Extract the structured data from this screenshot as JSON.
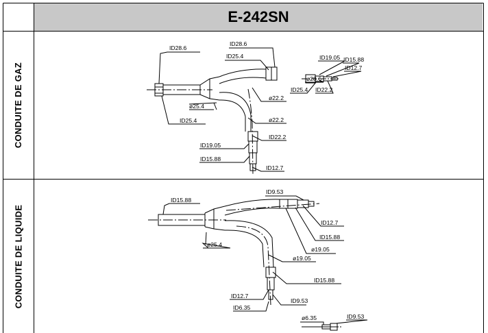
{
  "model": "E-242SN",
  "sections": {
    "gas": {
      "label": "CONDUITE DE GAZ",
      "labels": {
        "id28_6_left": "ID28.6",
        "id28_6_top": "ID28.6",
        "id25_4_top": "ID25.4",
        "d25_4": "ø25.4",
        "id25_4_bottom": "ID25.4",
        "d22_2_a": "ø22.2",
        "d22_2_b": "ø22.2",
        "id22_2": "ID22.2",
        "id19_05": "ID19.05",
        "id15_88": "ID15.88",
        "id12_7": "ID12.7",
        "r_id19_05": "ID19.05",
        "r_id15_88": "ID15.88",
        "r_id12_7": "ID12.7",
        "r_d28_6": "ø28.6",
        "r_id25_4": "ID25.4",
        "r_id22_2": "ID22.2"
      }
    },
    "liquid": {
      "label": "CONDUITE DE LIQUIDE",
      "labels": {
        "id15_88_left": "ID15.88",
        "id9_53_top": "ID9.53",
        "id12_7_right": "ID12.7",
        "id15_88_right": "ID15.88",
        "d19_05_a": "ø19.05",
        "d25_4": "ø25.4",
        "d19_05_b": "ø19.05",
        "id15_88_lower": "ID15.88",
        "id12_7_lower": "ID12.7",
        "id9_53_lower": "ID9.53",
        "id6_35": "ID6.35",
        "d6_35": "ø6.35",
        "id9_53_small": "ID9.53"
      }
    }
  },
  "colors": {
    "title_bg": "#c8c8c8",
    "line": "#000000"
  }
}
